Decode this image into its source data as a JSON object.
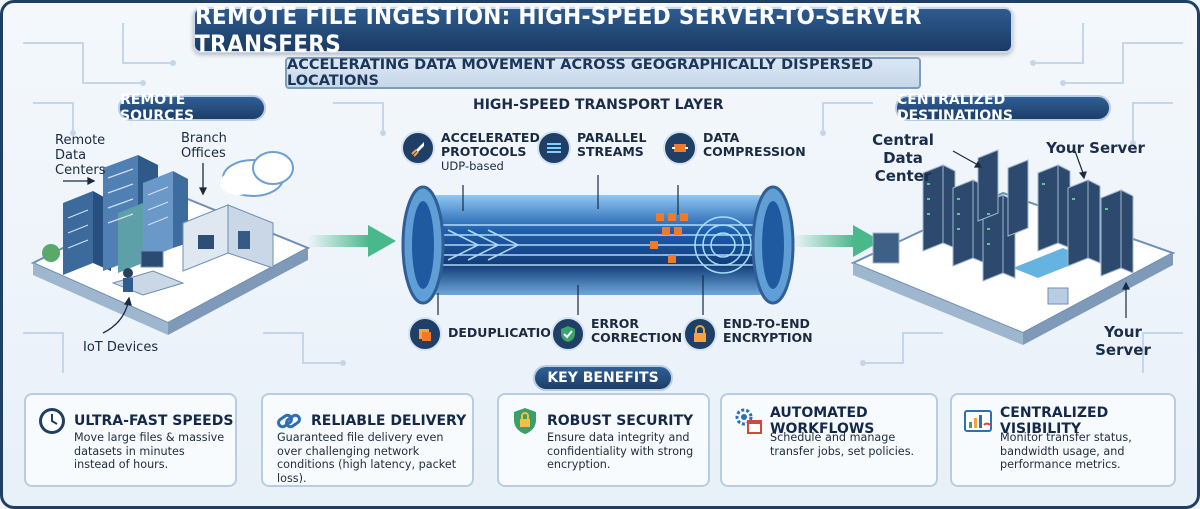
{
  "title": "REMOTE FILE INGESTION: HIGH-SPEED SERVER-TO-SERVER TRANSFERS",
  "subtitle": "ACCELERATING DATA MOVEMENT ACROSS GEOGRAPHICALLY DISPERSED LOCATIONS",
  "sections": {
    "sources": "REMOTE SOURCES",
    "transport": "HIGH-SPEED TRANSPORT LAYER",
    "destinations": "CENTRALIZED DESTINATIONS",
    "benefits": "KEY BENEFITS"
  },
  "sources": {
    "remote_data_centers": "Remote Data Centers",
    "branch_offices": "Branch Offices",
    "iot_devices": "IoT Devices"
  },
  "destinations": {
    "central_data_center": "Central Data Center",
    "your_server_top": "Your Server",
    "your_server_bottom": "Your Server"
  },
  "transport_features": {
    "accelerated": {
      "title": "ACCELERATED PROTOCOLS",
      "sub": "UDP-based",
      "icon": "rocket-icon"
    },
    "parallel": {
      "title": "PARALLEL STREAMS",
      "icon": "streams-icon"
    },
    "compression": {
      "title": "DATA COMPRESSION",
      "icon": "compress-icon"
    },
    "dedup": {
      "title": "DEDUPLICATION",
      "icon": "dedup-icon"
    },
    "error": {
      "title": "ERROR CORRECTION",
      "icon": "shield-check-icon"
    },
    "encryption": {
      "title": "END-TO-END ENCRYPTION",
      "icon": "lock-icon"
    }
  },
  "benefits": [
    {
      "title": "ULTRA-FAST SPEEDS",
      "desc": "Move large files & massive datasets in minutes instead of hours.",
      "icon": "clock-icon"
    },
    {
      "title": "RELIABLE DELIVERY",
      "desc": "Guaranteed file delivery even over challenging network conditions (high latency, packet loss).",
      "icon": "chain-link-icon"
    },
    {
      "title": "ROBUST SECURITY",
      "desc": "Ensure data integrity and confidentiality with strong encryption.",
      "icon": "security-lock-icon"
    },
    {
      "title": "AUTOMATED WORKFLOWS",
      "desc": "Schedule and manage transfer jobs, set policies.",
      "icon": "gear-calendar-icon"
    },
    {
      "title": "CENTRALIZED VISIBILITY",
      "desc": "Monitor transfer status, bandwidth usage, and performance metrics.",
      "icon": "dashboard-icon"
    }
  ],
  "colors": {
    "navy": "#1f3f66",
    "accent_blue": "#2f7fd0",
    "arrow_green": "#49b88a",
    "orange": "#f07a2a"
  }
}
